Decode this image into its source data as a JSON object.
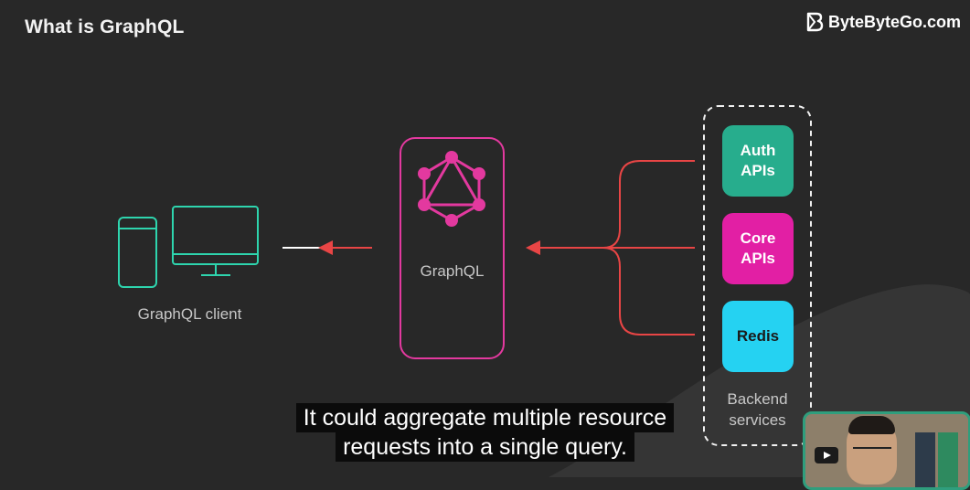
{
  "header": {
    "title": "What is GraphQL",
    "brand": "ByteByteGo.com"
  },
  "diagram": {
    "client_label": "GraphQL client",
    "graphql_label": "GraphQL",
    "services": [
      {
        "label": "Auth\nAPIs",
        "color": "#27ad8d",
        "text_color": "#ffffff"
      },
      {
        "label": "Core\nAPIs",
        "color": "#e21fa4",
        "text_color": "#ffffff"
      },
      {
        "label": "Redis",
        "color": "#25d2f2",
        "text_color": "#1a1a1a"
      }
    ],
    "backend_label": "Backend\nservices"
  },
  "caption": {
    "line1": "It could aggregate multiple resource",
    "line2": "requests into a single query."
  },
  "colors": {
    "background": "#282828",
    "client_outline": "#2ed5ae",
    "graphql_pink": "#e3399f",
    "arrow_red": "#e84545"
  }
}
